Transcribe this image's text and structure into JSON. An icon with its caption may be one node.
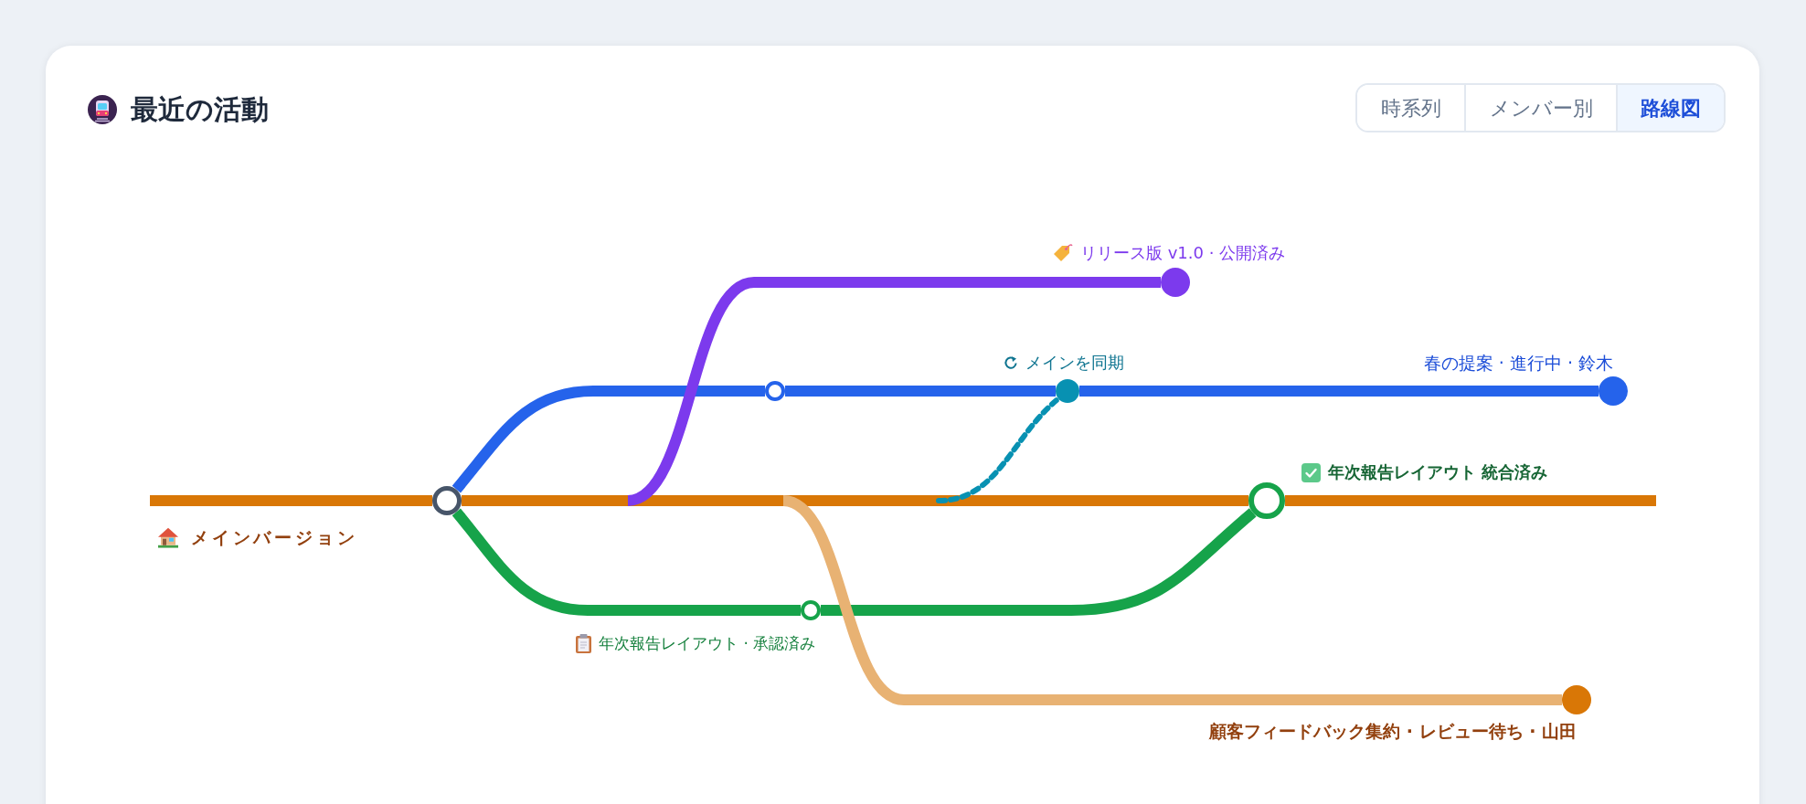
{
  "diagram": {
    "title": "最近の活動",
    "nodes": [
      {
        "text": [],
        "shape": "circle",
        "beside": [
          "リリース版 v1.0 · 公開済み"
        ]
      },
      {
        "text": [],
        "shape": "circle"
      },
      {
        "text": [],
        "shape": "circle",
        "beside": [
          "メインを同期"
        ]
      },
      {
        "text": [],
        "shape": "circle",
        "beside": [
          "春の提案 · 進行中 · 鈴木"
        ]
      },
      {
        "text": [],
        "shape": "circle"
      },
      {
        "text": [],
        "shape": "circle",
        "beside": [
          "年次報告レイアウト 統合済み"
        ]
      },
      {
        "text": [],
        "shape": "circle",
        "beside": [
          "年次報告レイアウト · 承認済み"
        ]
      },
      {
        "text": [],
        "shape": "circle",
        "beside": [
          "顧客フィードバック集約 · レビュー待ち · 山田"
        ]
      }
    ],
    "edges": [
      {
        "from": null,
        "to": 4,
        "arrow": "none",
        "color": "#d97706"
      },
      {
        "from": 4,
        "to": 5,
        "arrow": "none",
        "color": "#d97706"
      },
      {
        "from": 5,
        "to": null,
        "arrow": "none",
        "color": "#d97706"
      },
      {
        "from": 4,
        "to": 1,
        "arrow": "none",
        "color": "#2563eb"
      },
      {
        "from": 1,
        "to": 2,
        "arrow": "none",
        "color": "#2563eb"
      },
      {
        "from": 2,
        "to": 3,
        "arrow": "none",
        "color": "#2563eb"
      },
      {
        "from": null,
        "to": 0,
        "arrow": "none",
        "color": "#7c3aed"
      },
      {
        "from": null,
        "to": 2,
        "arrow": "none",
        "style": "dashed",
        "color": "#0891b2"
      },
      {
        "from": 4,
        "to": 6,
        "arrow": "none",
        "color": "#16a34a"
      },
      {
        "from": 6,
        "to": 5,
        "arrow": "none",
        "color": "#16a34a"
      },
      {
        "from": null,
        "to": 7,
        "arrow": "none",
        "color": "#e8b273"
      }
    ],
    "labels": [
      "時系列",
      "メンバー別",
      "路線図",
      "メインバージョン"
    ]
  }
}
